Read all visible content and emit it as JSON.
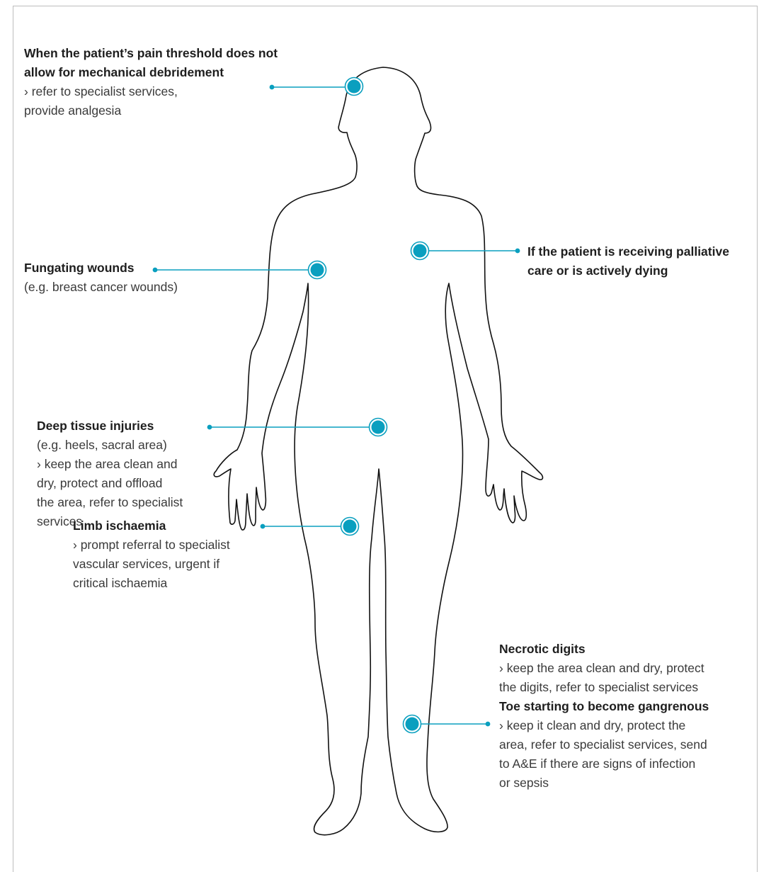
{
  "annotations": {
    "head": {
      "title": "When the patient’s pain threshold does not allow for mechanical debridement",
      "body": "› refer to specialist services,\nprovide analgesia"
    },
    "chest": {
      "title": "If the patient is receiving palliative care or is actively dying"
    },
    "arm": {
      "title": "Fungating wounds",
      "note": "(e.g. breast cancer wounds)"
    },
    "sacral": {
      "title": "Deep tissue injuries",
      "note": "(e.g. heels, sacral area)",
      "body": "› keep the area clean and\ndry, protect and offload\nthe area, refer to specialist\nservices"
    },
    "leg": {
      "title": "Limb ischaemia",
      "body": "› prompt referral to specialist\nvascular services, urgent if\ncritical ischaemia"
    },
    "digits": {
      "title": "Necrotic digits",
      "body": "› keep the area clean and dry, protect\nthe digits, refer to specialist services"
    },
    "toe": {
      "title": "Toe starting to become gangrenous",
      "body": "› keep it clean and dry, protect the\narea, refer to specialist services, send\nto A&E if there are signs of infection\nor sepsis"
    }
  },
  "colors": {
    "marker": "#0a9fbf",
    "outline": "#111111",
    "frame": "#bdbdbd"
  }
}
